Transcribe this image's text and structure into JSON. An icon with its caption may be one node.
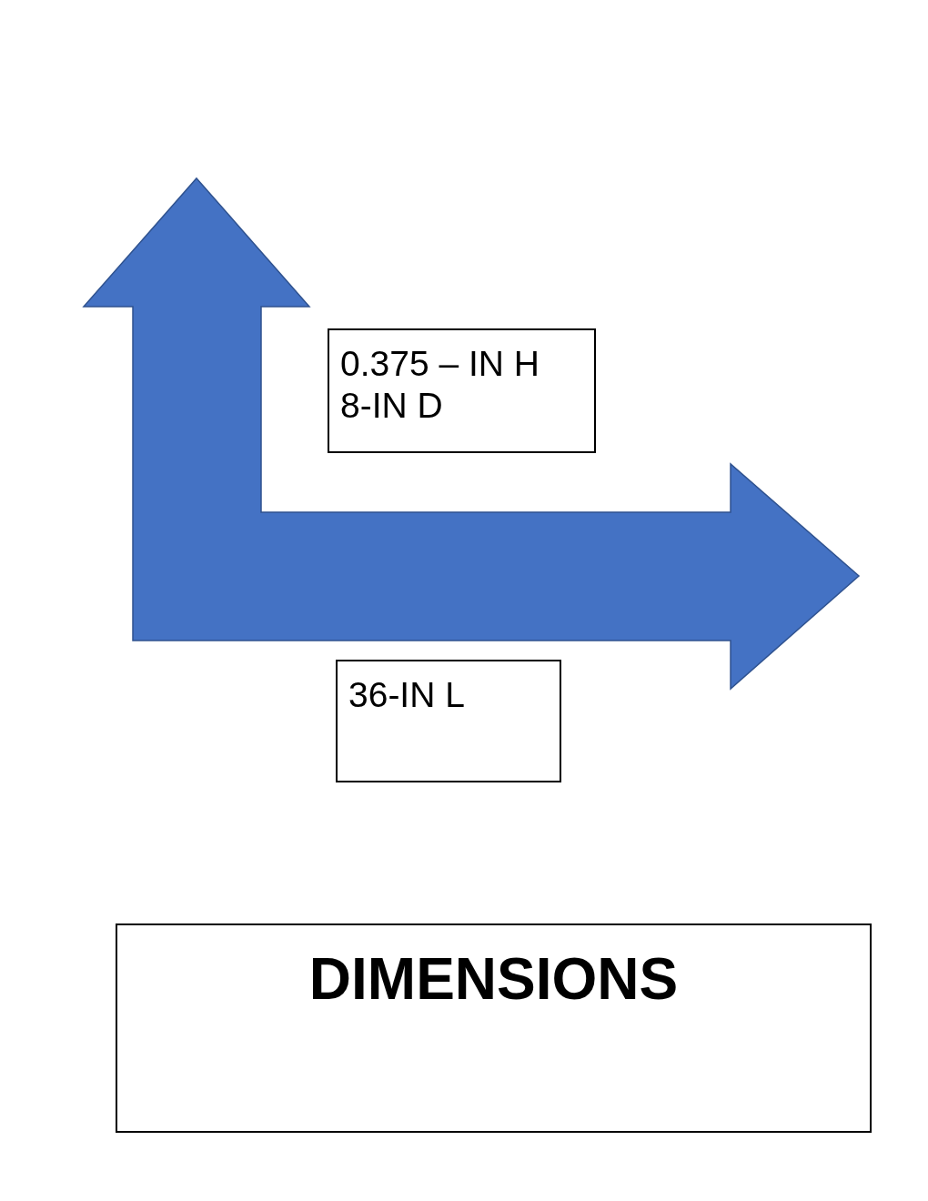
{
  "diagram": {
    "nodes": [
      {
        "text": [
          "0.375 – IN H",
          "8-IN D"
        ]
      },
      {
        "text": [
          "36-IN L"
        ]
      },
      {
        "text": [
          "DIMENSIONS"
        ]
      }
    ]
  }
}
